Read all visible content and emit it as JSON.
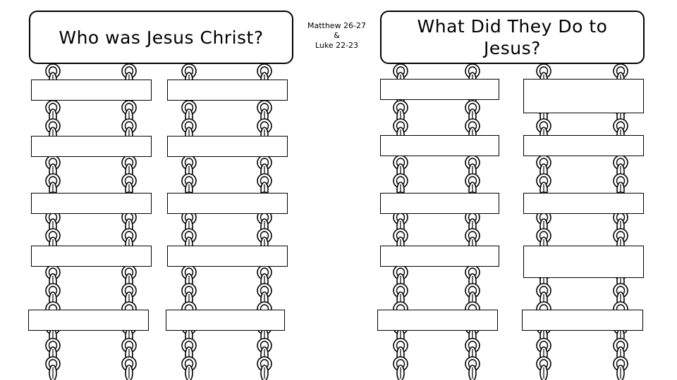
{
  "left_title": "Who was Jesus Christ?",
  "right_title": "What Did They Do to Jesus?",
  "reference": {
    "line1": "Matthew 26-27",
    "line2": "&",
    "line3": "Luke 22-23"
  },
  "ladders": [
    {
      "name": "left",
      "rungs": 5
    },
    {
      "name": "right",
      "rungs": 5
    }
  ]
}
